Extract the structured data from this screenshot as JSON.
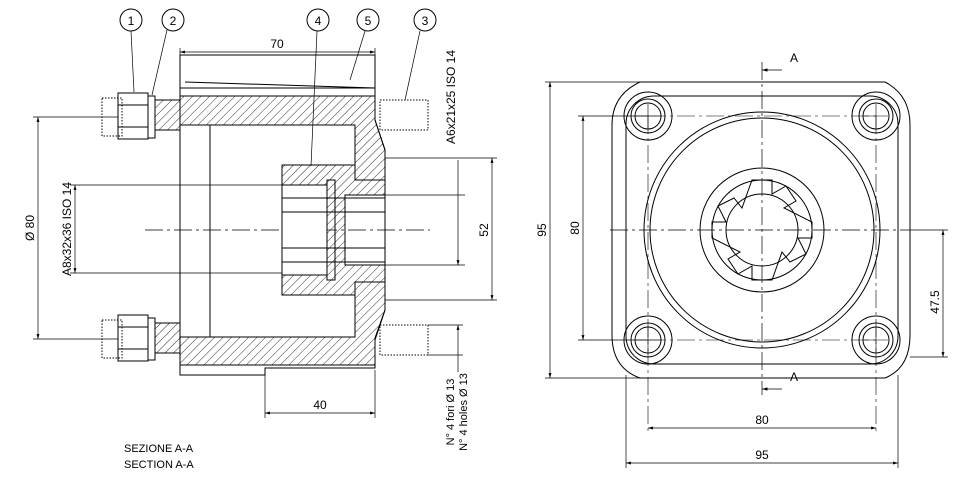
{
  "balloons": [
    "1",
    "2",
    "4",
    "5",
    "3"
  ],
  "section_view": {
    "dims": {
      "width_top": "70",
      "width_bottom": "40",
      "diameter": "Ø 80",
      "spline_inner": "A8x32x36  ISO 14",
      "spline_outer": "A6x21x25  ISO 14",
      "bore": "52"
    },
    "holes_note_it": "N° 4 fori Ø 13",
    "holes_note_en": "N° 4 holes Ø 13",
    "caption_it": "SEZIONE A-A",
    "caption_en": "SECTION A-A"
  },
  "front_view": {
    "section_marker_top": "A",
    "section_marker_bottom": "A",
    "dims": {
      "outer_height": "95",
      "bolt_height": "80",
      "center_height": "47.5",
      "bolt_width": "80",
      "outer_width": "95"
    }
  }
}
